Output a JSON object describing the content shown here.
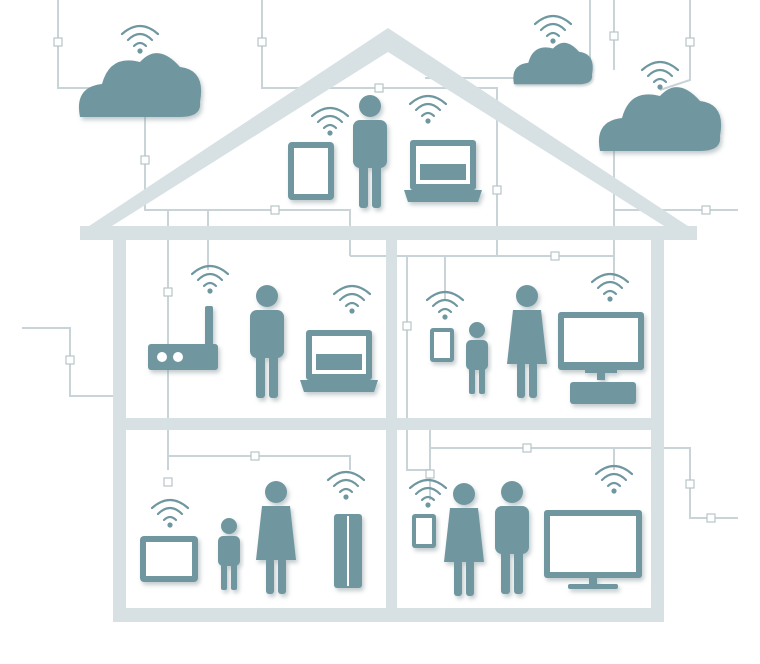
{
  "scene": {
    "background": "#ffffff",
    "house_color": "#d7e1e4",
    "figure_color": "#6f97a0",
    "wire_color": "#c9d4d8",
    "rooms": [
      {
        "name": "attic",
        "items": [
          "tablet-icon",
          "wifi-icon",
          "adult-icon",
          "wifi-icon",
          "laptop-icon"
        ]
      },
      {
        "name": "middle-left",
        "items": [
          "wifi-icon",
          "router-icon",
          "adult-icon",
          "wifi-icon",
          "laptop-icon"
        ]
      },
      {
        "name": "middle-right",
        "items": [
          "wifi-icon",
          "phone-icon",
          "child-icon",
          "adult-icon",
          "wifi-icon",
          "desktop-computer-icon"
        ]
      },
      {
        "name": "bottom-left",
        "items": [
          "wifi-icon",
          "tablet-icon",
          "child-icon",
          "adult-icon",
          "wifi-icon",
          "media-device-icon"
        ]
      },
      {
        "name": "bottom-right",
        "items": [
          "wifi-icon",
          "phone-icon",
          "adult-icon",
          "adult-icon",
          "wifi-icon",
          "television-icon"
        ]
      }
    ],
    "clouds": [
      "cloud-icon",
      "cloud-icon",
      "cloud-icon"
    ]
  }
}
